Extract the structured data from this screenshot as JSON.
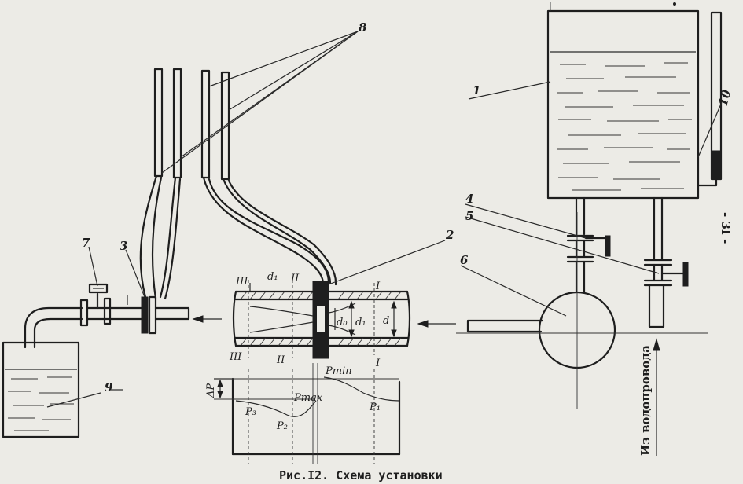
{
  "caption": "Рис.I2. Схема установки",
  "page_number": "- 3I -",
  "inlet_label": "Из водопровода",
  "component_labels": {
    "tank": "1",
    "tube_section": "2",
    "valve_left": "3",
    "valve_upper": "4",
    "valve_lower": "5",
    "flask": "6",
    "tap": "7",
    "piezometers": "8",
    "vessel": "9",
    "level_gauge": "10"
  },
  "section_marks": {
    "s1_top": "I",
    "s1_bottom": "I",
    "s2_top": "II",
    "s2_bottom": "II",
    "s3_top": "III",
    "s3_bottom": "III"
  },
  "diameter_labels": {
    "d": "d",
    "d1_inner": "d₁",
    "d1_top": "d₁",
    "d0": "d₀"
  },
  "pressure_labels": {
    "delta_p": "ΔP",
    "p_min": "Pmin",
    "p_max": "Pmax",
    "p1": "P₁",
    "p2": "P₂",
    "p3": "P₃"
  }
}
